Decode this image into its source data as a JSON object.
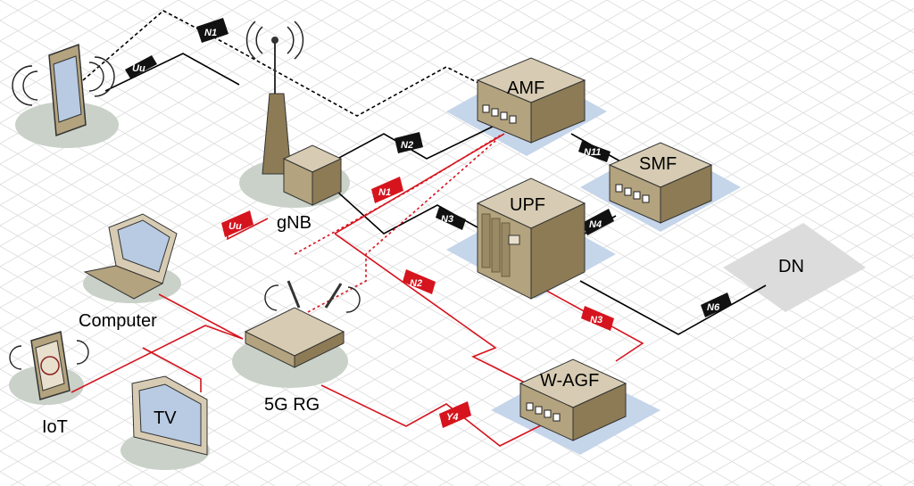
{
  "nodes": {
    "amf": "AMF",
    "smf": "SMF",
    "upf": "UPF",
    "dn": "DN",
    "wagf": "W-AGF",
    "gnb": "gNB",
    "rg": "5G RG",
    "computer": "Computer",
    "iot": "IoT",
    "tv": "TV"
  },
  "interfaces": {
    "uu_top": "Uu",
    "n1_top": "N1",
    "n2_top": "N2",
    "n11": "N11",
    "n3_top": "N3",
    "n4": "N4",
    "n6": "N6",
    "uu_red": "Uu",
    "n1_red": "N1",
    "n2_red": "N2",
    "n3_red": "N3",
    "y4": "Y4"
  },
  "colors": {
    "grid": "#d9d9d9",
    "box_top": "#d7ccb3",
    "box_side_left": "#b3a37e",
    "box_side_right": "#8c7b55",
    "platform": "#c5d5ea",
    "dn_cloud": "#dcdcdc",
    "black_link": "#000000",
    "red_link": "#d6141e",
    "shadow": "#c9d1c9"
  }
}
